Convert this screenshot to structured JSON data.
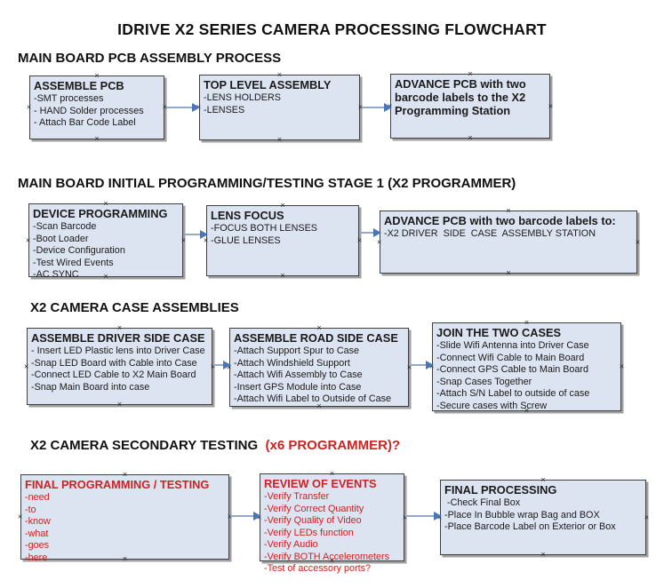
{
  "page_title": "IDRIVE X2  SERIES CAMERA PROCESSING FLOWCHART",
  "colors": {
    "box_fill": "#dce4f1",
    "box_border": "#3f3f3f",
    "box_shadow": "#a0a0a0",
    "red_text": "#cc2222",
    "connector_line": "#93a9c6",
    "connector_arrowhead": "#4a76b9"
  },
  "icons": {
    "anchor_marker": "×",
    "arrowhead": "right-pointing-triangle"
  },
  "sections": [
    {
      "header": "MAIN BOARD PCB ASSEMBLY PROCESS",
      "header_suffix": "",
      "boxes": [
        {
          "title": "ASSEMBLE PCB",
          "items": [
            "-SMT processes",
            "- HAND Solder processes",
            "- Attach Bar Code Label"
          ]
        },
        {
          "title": "TOP LEVEL ASSEMBLY",
          "items": [
            "-LENS HOLDERS",
            "-LENSES"
          ]
        },
        {
          "title": "ADVANCE PCB with two barcode labels to the X2 Programming Station",
          "items": []
        }
      ]
    },
    {
      "header": "MAIN BOARD INITIAL PROGRAMMING/TESTING STAGE 1 (X2 PROGRAMMER)",
      "header_suffix": "",
      "boxes": [
        {
          "title": "DEVICE PROGRAMMING",
          "items": [
            "-Scan Barcode",
            "-Boot Loader",
            "-Device Configuration",
            "-Test Wired Events",
            "-AC SYNC"
          ]
        },
        {
          "title": "LENS FOCUS",
          "items": [
            "-FOCUS BOTH LENSES",
            "-GLUE LENSES"
          ]
        },
        {
          "title": "ADVANCE PCB with two barcode labels to:",
          "items": [
            "-X2 DRIVER  SIDE  CASE  ASSEMBLY STATION"
          ]
        }
      ]
    },
    {
      "header": "X2 CAMERA CASE ASSEMBLIES",
      "header_suffix": "",
      "boxes": [
        {
          "title": "ASSEMBLE DRIVER SIDE CASE",
          "items": [
            "- Insert LED Plastic lens into Driver Case",
            "-Snap LED Board with Cable into Case",
            "-Connect LED Cable to X2 Main Board",
            "-Snap Main Board into case"
          ]
        },
        {
          "title": "ASSEMBLE ROAD SIDE CASE",
          "items": [
            "-Attach Support Spur to Case",
            "-Attach Windshield Support",
            "-Attach Wifi Assembly to Case",
            "-Insert GPS Module into Case",
            "-Attach Wifi Label to Outside of Case"
          ]
        },
        {
          "title": "JOIN THE TWO CASES",
          "items": [
            "-Slide Wifi Antenna into Driver Case",
            "-Connect Wifi Cable to Main Board",
            "-Connect GPS Cable to Main Board",
            "-Snap Cases Together",
            "-Attach S/N Label to outside of case",
            "-Secure cases with Screw"
          ]
        }
      ]
    },
    {
      "header": "X2 CAMERA SECONDARY TESTING ",
      "header_suffix": " (x6 PROGRAMMER)?",
      "boxes": [
        {
          "title": "FINAL PROGRAMMING / TESTING",
          "items": [
            "-need",
            "-to",
            "-know",
            "-what",
            "-goes",
            "-here"
          ]
        },
        {
          "title": "REVIEW OF EVENTS",
          "items": [
            "-Verify Transfer",
            "-Verify Correct Quantity",
            "-Verify Quality of Video",
            "-Verify LEDs function",
            "-Verify Audio",
            "-Verify BOTH Accelerometers",
            "-Test of accessory ports?"
          ]
        },
        {
          "title": "FINAL PROCESSING",
          "items": [
            " -Check Final Box",
            "-Place In Bubble wrap Bag and BOX",
            "-Place Barcode Label on Exterior or Box"
          ]
        }
      ]
    }
  ]
}
